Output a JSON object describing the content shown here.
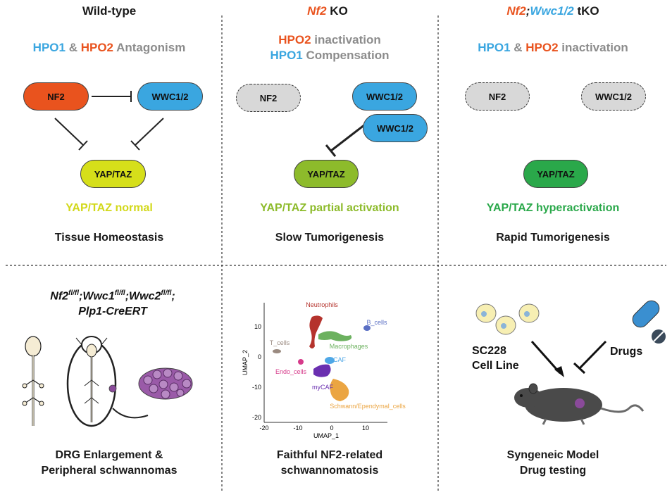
{
  "columns": [
    {
      "title_parts": [
        "Wild-type"
      ],
      "subtitle_line1": [
        "HPO1",
        " & ",
        "HPO2",
        " Antagonism"
      ],
      "pills": [
        "NF2",
        "WWC1/2",
        "YAP/TAZ"
      ],
      "status": "YAP/TAZ normal",
      "outcome": "Tissue Homeostasis",
      "bottom": [
        "DRG Enlargement &",
        "Peripheral schwannomas"
      ]
    },
    {
      "title_parts": [
        "Nf2",
        " KO"
      ],
      "subtitle_line1": [
        "HPO2",
        " inactivation"
      ],
      "subtitle_line2": [
        "HPO1",
        " Compensation"
      ],
      "pills": [
        "NF2",
        "WWC1/2",
        "WWC1/2",
        "YAP/TAZ"
      ],
      "status": "YAP/TAZ partial activation",
      "outcome": "Slow Tumorigenesis",
      "bottom": [
        "Faithful NF2-related",
        "schwannomatosis"
      ]
    },
    {
      "title_parts": [
        "Nf2",
        ";",
        "Wwc1/2",
        " tKO"
      ],
      "subtitle_line1": [
        "HPO1",
        " & ",
        "HPO2",
        " inactivation"
      ],
      "pills": [
        "NF2",
        "WWC1/2",
        "YAP/TAZ"
      ],
      "status": "YAP/TAZ hyperactivation",
      "outcome": "Rapid Tumorigenesis",
      "bottom": [
        "Syngeneic Model",
        "Drug testing"
      ]
    }
  ],
  "genotype": {
    "line1_parts": [
      "Nf2",
      "fl/fl",
      ";Wwc1",
      "fl/fl",
      ";Wwc2",
      "fl/fl",
      ";"
    ],
    "line2": "Plp1-CreERT"
  },
  "umap": {
    "xlabel": "UMAP_1",
    "ylabel": "UMAP_2",
    "x_ticks": [
      "-20",
      "-10",
      "0",
      "10"
    ],
    "y_ticks": [
      "10",
      "0",
      "-10",
      "-20"
    ],
    "clusters": [
      "Neutrophils",
      "B_cells",
      "T_cells",
      "Macrophages",
      "iCAF",
      "Endo_cells",
      "myCAF",
      "Schwann/Ependymal_cells"
    ]
  },
  "drug_panel": {
    "cell_label": [
      "SC228",
      "Cell Line"
    ],
    "drug_label": "Drugs"
  },
  "colors": {
    "nf2_orange": "#e9531e",
    "wwc_blue": "#3aa6e0",
    "yap_normal": "#d6df1a",
    "yap_partial": "#8dbb2b",
    "yap_hyper": "#2aa84a",
    "inactive_gray": "#d8d8d8"
  }
}
